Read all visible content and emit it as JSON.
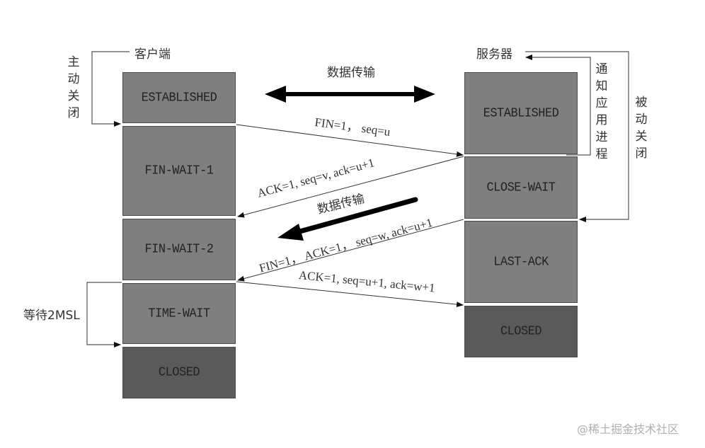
{
  "client": {
    "title": "客户端",
    "active_close_label": "主动关闭",
    "wait_label": "等待2MSL",
    "states": [
      {
        "name": "ESTABLISHED",
        "kind": "normal"
      },
      {
        "name": "FIN-WAIT-1",
        "kind": "normal"
      },
      {
        "name": "FIN-WAIT-2",
        "kind": "normal"
      },
      {
        "name": "TIME-WAIT",
        "kind": "normal"
      },
      {
        "name": "CLOSED",
        "kind": "closed"
      }
    ]
  },
  "server": {
    "title": "服务器",
    "notify_app_label": "通知应用进程",
    "passive_close_label": "被动关闭",
    "states": [
      {
        "name": "ESTABLISHED",
        "kind": "normal"
      },
      {
        "name": "CLOSE-WAIT",
        "kind": "normal"
      },
      {
        "name": "LAST-ACK",
        "kind": "normal"
      },
      {
        "name": "CLOSED",
        "kind": "closed"
      }
    ]
  },
  "data_transfer": {
    "bidirectional_label": "数据传输",
    "server_to_client_label": "数据传输"
  },
  "messages": [
    {
      "text": "FIN=1， seq=u",
      "direction": "client-to-server"
    },
    {
      "text": "ACK=1, seq=v, ack=u+1",
      "direction": "server-to-client"
    },
    {
      "text": "FIN=1， ACK=1， seq=w, ack=u+1",
      "direction": "server-to-client"
    },
    {
      "text": "ACK=1, seq=u+1, ack=w+1",
      "direction": "client-to-server"
    }
  ],
  "colors": {
    "state_fill": "#7f7f7f",
    "closed_fill": "#5a5a5a",
    "line": "#444444",
    "arrow_thick": "#000000"
  },
  "watermark": "@稀土掘金技术社区"
}
